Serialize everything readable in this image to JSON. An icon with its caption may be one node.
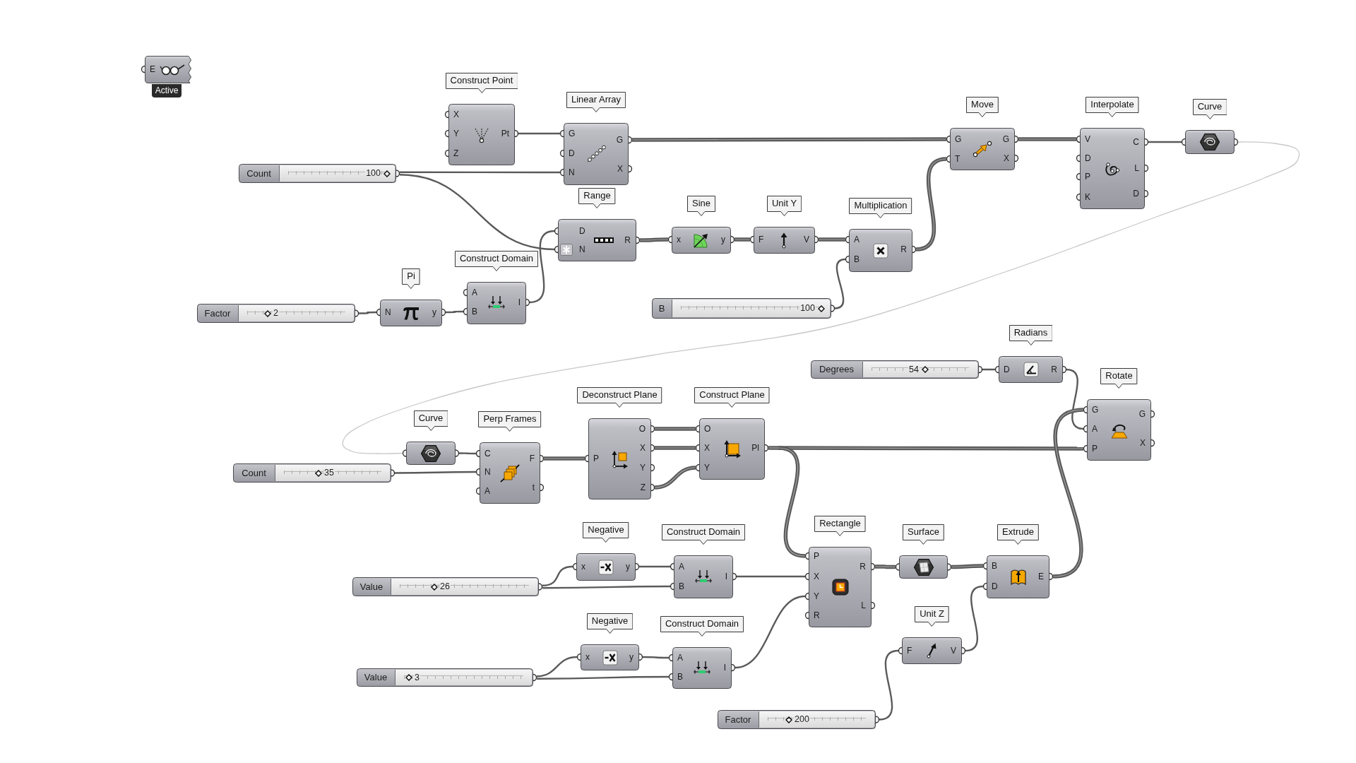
{
  "diagram": {
    "nodes": [
      {
        "text": [
          "E",
          "Active"
        ]
      },
      {
        "text": [
          "Construct Point",
          "X",
          "Y",
          "Z",
          "Pt"
        ]
      },
      {
        "text": [
          "Linear Array",
          "G",
          "D",
          "N",
          "G",
          "X"
        ]
      },
      {
        "text": [
          "Move",
          "G",
          "T",
          "G",
          "X"
        ]
      },
      {
        "text": [
          "Interpolate",
          "V",
          "D",
          "P",
          "K",
          "C",
          "L",
          "D"
        ]
      },
      {
        "text": [
          "Curve"
        ]
      },
      {
        "text": [
          "Count",
          "100"
        ]
      },
      {
        "text": [
          "Range",
          "D",
          "N",
          "R"
        ]
      },
      {
        "text": [
          "Sine",
          "x",
          "y"
        ]
      },
      {
        "text": [
          "Unit Y",
          "F",
          "V"
        ]
      },
      {
        "text": [
          "Multiplication",
          "A",
          "B",
          "R"
        ]
      },
      {
        "text": [
          "Construct Domain",
          "A",
          "B",
          "I"
        ]
      },
      {
        "text": [
          "Pi",
          "N",
          "y"
        ]
      },
      {
        "text": [
          "Factor",
          "2"
        ]
      },
      {
        "text": [
          "B",
          "100"
        ]
      },
      {
        "text": [
          "Radians",
          "D",
          "R"
        ]
      },
      {
        "text": [
          "Degrees",
          "54"
        ]
      },
      {
        "text": [
          "Rotate",
          "G",
          "A",
          "P",
          "G",
          "X"
        ]
      },
      {
        "text": [
          "Deconstruct Plane",
          "P",
          "O",
          "X",
          "Y",
          "Z"
        ]
      },
      {
        "text": [
          "Construct Plane",
          "O",
          "X",
          "Y",
          "Pl"
        ]
      },
      {
        "text": [
          "Curve"
        ]
      },
      {
        "text": [
          "Perp Frames",
          "C",
          "N",
          "A",
          "F",
          "t"
        ]
      },
      {
        "text": [
          "Count",
          "35"
        ]
      },
      {
        "text": [
          "Negative",
          "x",
          "y"
        ]
      },
      {
        "text": [
          "Construct Domain",
          "A",
          "B",
          "I"
        ]
      },
      {
        "text": [
          "Rectangle",
          "P",
          "X",
          "Y",
          "R",
          "R",
          "L"
        ]
      },
      {
        "text": [
          "Surface"
        ]
      },
      {
        "text": [
          "Extrude",
          "B",
          "D",
          "E"
        ]
      },
      {
        "text": [
          "Value",
          "26"
        ]
      },
      {
        "text": [
          "Unit Z",
          "F",
          "V"
        ]
      },
      {
        "text": [
          "Negative",
          "x",
          "y"
        ]
      },
      {
        "text": [
          "Construct Domain",
          "A",
          "B",
          "I"
        ]
      },
      {
        "text": [
          "Value",
          "3"
        ]
      },
      {
        "text": [
          "Factor",
          "200"
        ]
      }
    ],
    "edges": [
      {
        "from": 1,
        "to": 2,
        "arrow": "none"
      },
      {
        "from": 6,
        "to": 2,
        "arrow": "none"
      },
      {
        "from": 6,
        "to": 7,
        "arrow": "none"
      },
      {
        "from": 2,
        "to": 3,
        "arrow": "none",
        "style": "thick"
      },
      {
        "from": 11,
        "to": 7,
        "arrow": "none"
      },
      {
        "from": 13,
        "to": 12,
        "arrow": "none"
      },
      {
        "from": 12,
        "to": 11,
        "arrow": "none"
      },
      {
        "from": 7,
        "to": 8,
        "arrow": "none",
        "style": "thick"
      },
      {
        "from": 8,
        "to": 9,
        "arrow": "none",
        "style": "thick"
      },
      {
        "from": 9,
        "to": 10,
        "arrow": "none",
        "style": "thick"
      },
      {
        "from": 14,
        "to": 10,
        "arrow": "none"
      },
      {
        "from": 10,
        "to": 3,
        "arrow": "none",
        "style": "thick"
      },
      {
        "from": 3,
        "to": 4,
        "arrow": "none",
        "style": "thick"
      },
      {
        "from": 4,
        "to": 5,
        "arrow": "none"
      },
      {
        "from": 5,
        "to": 20,
        "arrow": "none",
        "color": "#c8c8c8"
      },
      {
        "from": 20,
        "to": 21,
        "arrow": "none"
      },
      {
        "from": 22,
        "to": 21,
        "arrow": "none"
      },
      {
        "from": 21,
        "to": 18,
        "arrow": "none",
        "style": "thick"
      },
      {
        "from": 18,
        "to": 19,
        "arrow": "none",
        "style": "thick"
      },
      {
        "from": 18,
        "to": 19,
        "arrow": "none",
        "style": "thick"
      },
      {
        "from": 18,
        "to": 19,
        "arrow": "none",
        "style": "thick"
      },
      {
        "from": 19,
        "to": 17,
        "arrow": "none",
        "style": "thick"
      },
      {
        "from": 19,
        "to": 25,
        "arrow": "none",
        "style": "thick"
      },
      {
        "from": 16,
        "to": 15,
        "arrow": "none"
      },
      {
        "from": 15,
        "to": 17,
        "arrow": "none"
      },
      {
        "from": 28,
        "to": 23,
        "arrow": "none"
      },
      {
        "from": 28,
        "to": 24,
        "arrow": "none"
      },
      {
        "from": 23,
        "to": 24,
        "arrow": "none"
      },
      {
        "from": 24,
        "to": 25,
        "arrow": "none"
      },
      {
        "from": 32,
        "to": 30,
        "arrow": "none"
      },
      {
        "from": 32,
        "to": 31,
        "arrow": "none"
      },
      {
        "from": 30,
        "to": 31,
        "arrow": "none"
      },
      {
        "from": 31,
        "to": 25,
        "arrow": "none"
      },
      {
        "from": 25,
        "to": 26,
        "arrow": "none",
        "style": "thick"
      },
      {
        "from": 26,
        "to": 27,
        "arrow": "none",
        "style": "thick"
      },
      {
        "from": 33,
        "to": 29,
        "arrow": "none"
      },
      {
        "from": 29,
        "to": 27,
        "arrow": "none"
      },
      {
        "from": 27,
        "to": 17,
        "arrow": "none",
        "style": "thick"
      }
    ]
  }
}
